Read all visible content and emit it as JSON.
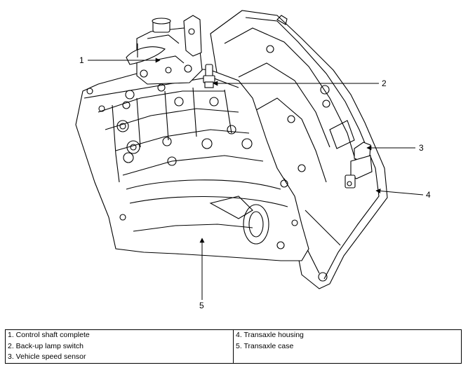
{
  "diagram": {
    "callouts": [
      "1",
      "2",
      "3",
      "4",
      "5"
    ]
  },
  "legend": {
    "left_column": [
      "1. Control shaft complete",
      "2. Back-up lamp switch",
      "3. Vehicle speed sensor"
    ],
    "right_column": [
      "4. Transaxle housing",
      "5. Transaxle case"
    ]
  }
}
